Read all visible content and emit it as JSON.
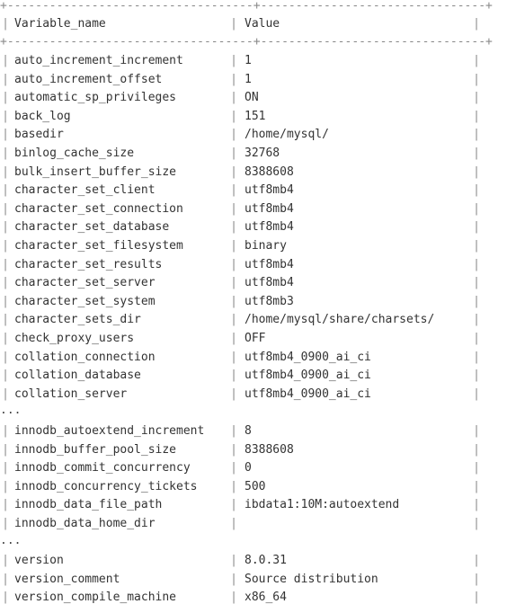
{
  "table": {
    "border": "+-----------------------------------+--------------------------------+",
    "header": {
      "name": "Variable_name",
      "value": "Value"
    },
    "ellipsis": "...",
    "sections": [
      [
        {
          "name": "auto_increment_increment",
          "value": "1"
        },
        {
          "name": "auto_increment_offset",
          "value": "1"
        },
        {
          "name": "automatic_sp_privileges",
          "value": "ON"
        },
        {
          "name": "back_log",
          "value": "151"
        },
        {
          "name": "basedir",
          "value": "/home/mysql/"
        },
        {
          "name": "binlog_cache_size",
          "value": "32768"
        },
        {
          "name": "bulk_insert_buffer_size",
          "value": "8388608"
        },
        {
          "name": "character_set_client",
          "value": "utf8mb4"
        },
        {
          "name": "character_set_connection",
          "value": "utf8mb4"
        },
        {
          "name": "character_set_database",
          "value": "utf8mb4"
        },
        {
          "name": "character_set_filesystem",
          "value": "binary"
        },
        {
          "name": "character_set_results",
          "value": "utf8mb4"
        },
        {
          "name": "character_set_server",
          "value": "utf8mb4"
        },
        {
          "name": "character_set_system",
          "value": "utf8mb3"
        },
        {
          "name": "character_sets_dir",
          "value": "/home/mysql/share/charsets/"
        },
        {
          "name": "check_proxy_users",
          "value": "OFF"
        },
        {
          "name": "collation_connection",
          "value": "utf8mb4_0900_ai_ci"
        },
        {
          "name": "collation_database",
          "value": "utf8mb4_0900_ai_ci"
        },
        {
          "name": "collation_server",
          "value": "utf8mb4_0900_ai_ci"
        }
      ],
      [
        {
          "name": "innodb_autoextend_increment",
          "value": "8"
        },
        {
          "name": "innodb_buffer_pool_size",
          "value": "8388608"
        },
        {
          "name": "innodb_commit_concurrency",
          "value": "0"
        },
        {
          "name": "innodb_concurrency_tickets",
          "value": "500"
        },
        {
          "name": "innodb_data_file_path",
          "value": "ibdata1:10M:autoextend"
        },
        {
          "name": "innodb_data_home_dir",
          "value": ""
        }
      ],
      [
        {
          "name": "version",
          "value": "8.0.31"
        },
        {
          "name": "version_comment",
          "value": "Source distribution"
        },
        {
          "name": "version_compile_machine",
          "value": "x86_64"
        }
      ]
    ]
  }
}
